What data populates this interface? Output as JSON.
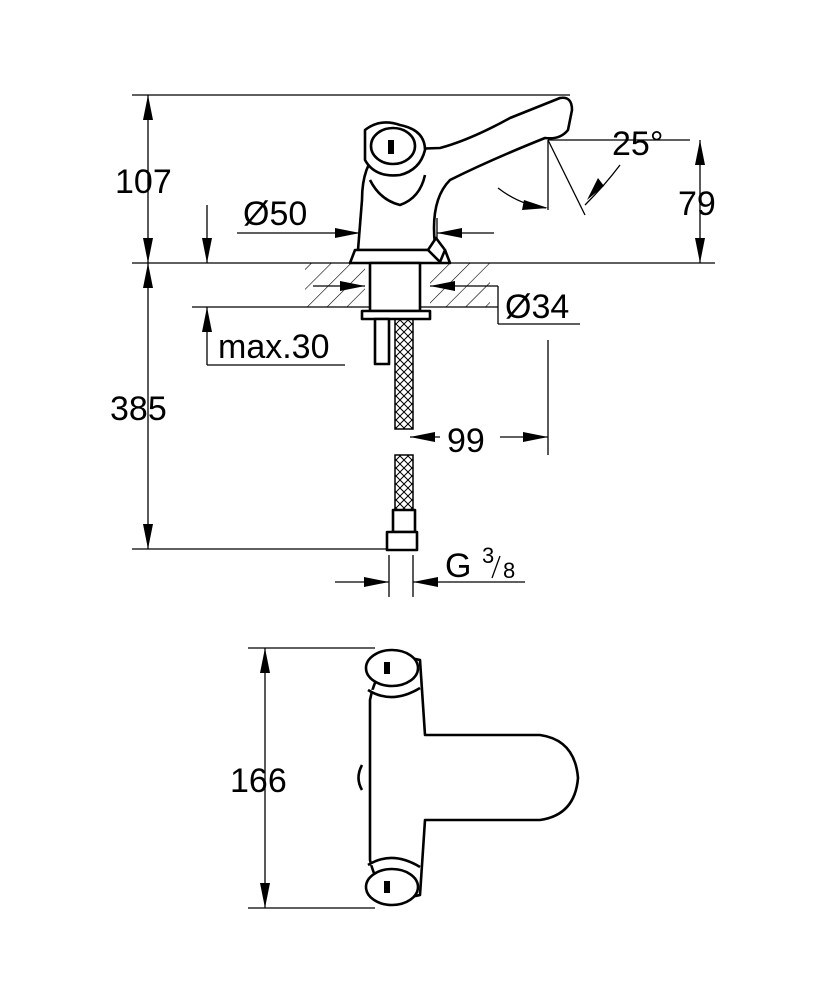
{
  "drawing": {
    "side_view": {
      "height_total": "107",
      "body_diameter": "Ø50",
      "spray_angle": "25°",
      "spout_height": "79",
      "hole_diameter": "Ø34",
      "max_deck_thickness": "max.30",
      "hose_length": "385",
      "hose_offset": "99",
      "connection_prefix": "G",
      "connection_numerator": "3",
      "connection_denominator": "8"
    },
    "top_view": {
      "length": "166"
    }
  }
}
